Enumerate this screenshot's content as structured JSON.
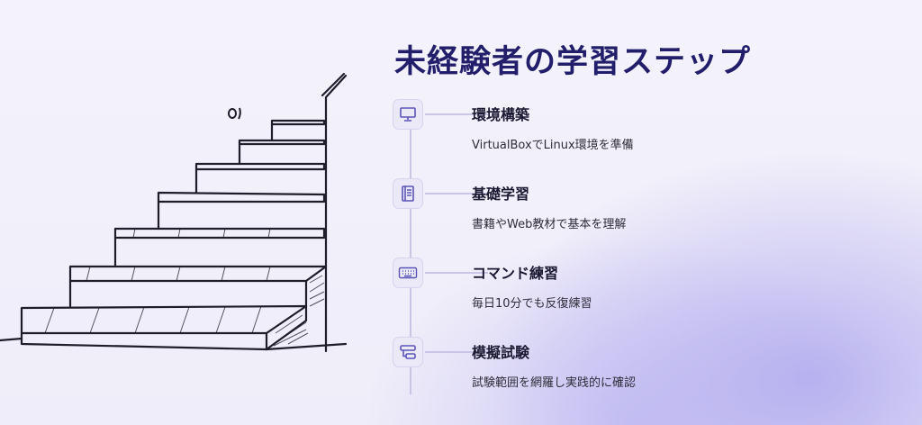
{
  "title": "未経験者の学習ステップ",
  "steps": [
    {
      "icon": "monitor-icon",
      "title": "環境構築",
      "description": "VirtualBoxでLinux環境を準備"
    },
    {
      "icon": "book-icon",
      "title": "基礎学習",
      "description": "書籍やWeb教材で基本を理解"
    },
    {
      "icon": "keyboard-icon",
      "title": "コマンド練習",
      "description": "毎日10分でも反復練習"
    },
    {
      "icon": "flowchart-icon",
      "title": "模擬試験",
      "description": "試験範囲を網羅し実践的に確認"
    }
  ],
  "colors": {
    "title": "#221e6b",
    "accent": "#5a54b8",
    "line": "#c9c5e6"
  }
}
